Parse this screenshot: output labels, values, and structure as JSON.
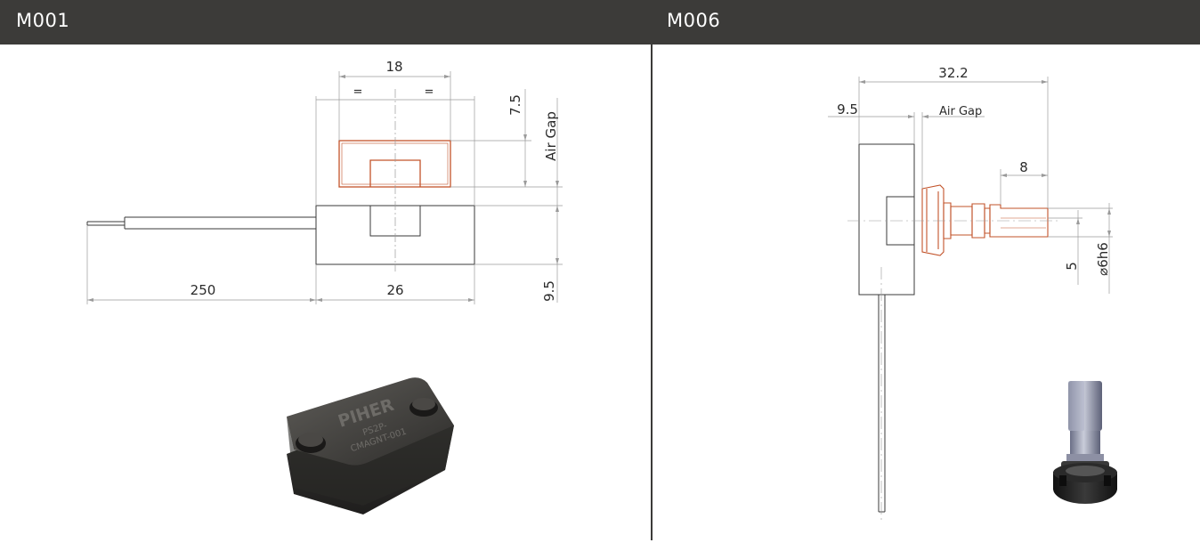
{
  "panels": {
    "left": {
      "title": "M001",
      "dims": {
        "top_width": "18",
        "eq_left": "=",
        "eq_right": "=",
        "height_top": "7.5",
        "air_gap": "Air Gap",
        "cable_length": "250",
        "body_width": "26",
        "body_height": "9.5"
      },
      "product_marking": {
        "brand": "PIHER",
        "line1": "PS2P-",
        "line2": "CMAGNT-001"
      }
    },
    "right": {
      "title": "M006",
      "dims": {
        "total_length": "32.2",
        "body_thickness": "9.5",
        "air_gap": "Air Gap",
        "shaft_length": "8",
        "flat_height": "5",
        "shaft_diameter": "⌀6h6"
      }
    }
  },
  "colors": {
    "header_bg": "#3c3b39",
    "header_text": "#ffffff",
    "line": "#3a3a3a",
    "dim_line": "#9a9a9a",
    "magnet_outline": "#c2532a"
  }
}
